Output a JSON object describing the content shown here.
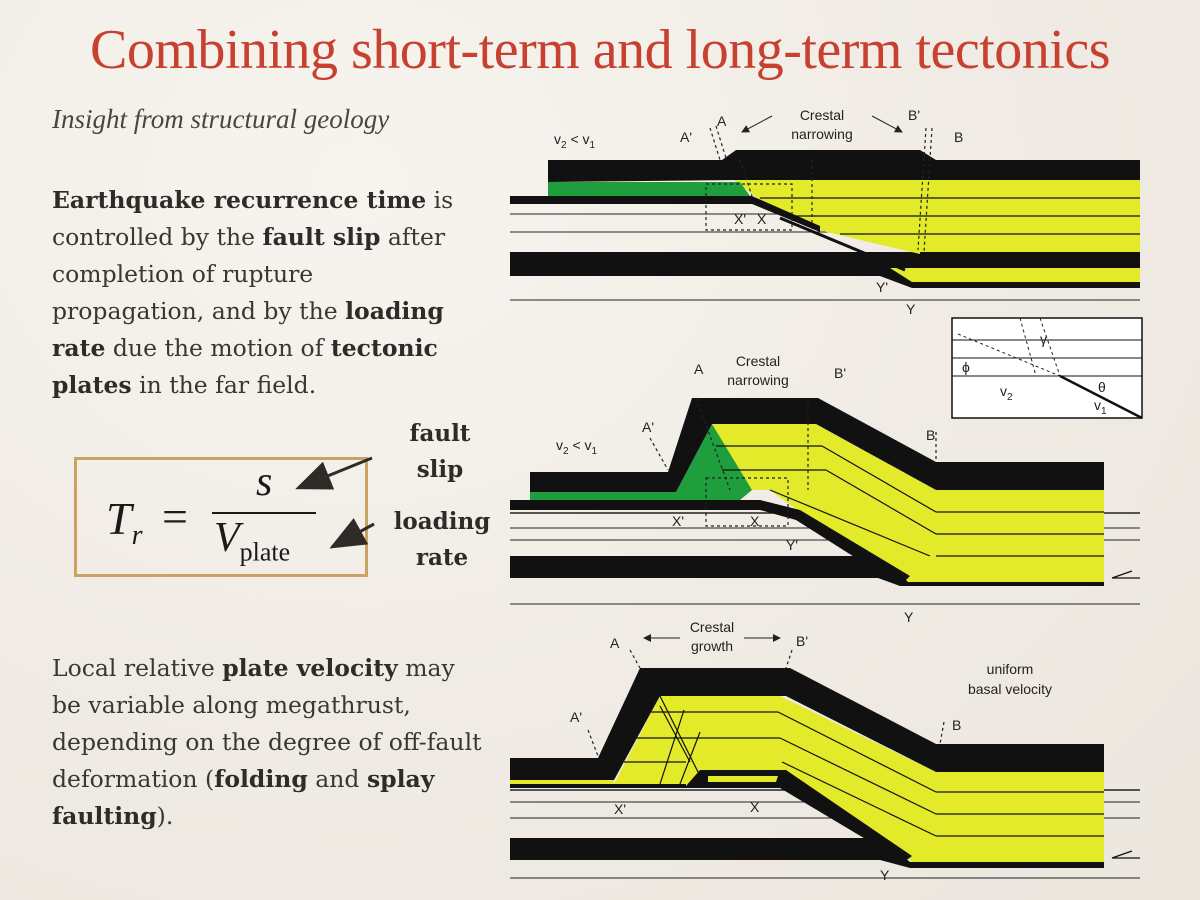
{
  "title": "Combining short-term and long-term tectonics",
  "subtitle": "Insight from structural geology",
  "para1": {
    "t1": "Earthquake recurrence time",
    "t2": " is controlled by the ",
    "t3": "fault slip",
    "t4": " after completion of rupture propagation, and by the ",
    "t5": "loading rate",
    "t6": " due the motion of ",
    "t7": "tectonic plates",
    "t8": " in the far field."
  },
  "equation": {
    "lhs": "T",
    "lhs_sub": "r",
    "eq": "=",
    "num": "s",
    "den": "V",
    "den_sub": "plate"
  },
  "annotations": {
    "fault_slip": [
      "fault",
      "slip"
    ],
    "loading_rate": [
      "loading",
      "rate"
    ]
  },
  "para2": {
    "t1": "Local relative ",
    "t2": "plate velocity",
    "t3": " may be variable along megathrust, depending on the degree of off-fault deformation (",
    "t4": "folding",
    "t5": " and ",
    "t6": "splay faulting",
    "t7": ")."
  },
  "diagram": {
    "colors": {
      "yellow": "#e2ea2a",
      "green": "#1f9e3e",
      "black": "#111111"
    },
    "panel1": {
      "v": "v",
      "v_expr": [
        " < v",
        "2",
        "1"
      ],
      "A": "A",
      "Ap": "A'",
      "B": "B",
      "Bp": "B'",
      "crest": [
        "Crestal",
        "narrowing"
      ],
      "X": "X",
      "Xp": "X'",
      "Y": "Y",
      "Yp": "Y'"
    },
    "inset": {
      "phi": "ϕ",
      "gamma": "γ",
      "theta": "θ",
      "v2": "v",
      "v2_sub": "2",
      "v1": "v",
      "v1_sub": "1"
    },
    "panel2": {
      "v": "v",
      "v_expr": [
        " < v",
        "2",
        "1"
      ],
      "A": "A",
      "Ap": "A'",
      "B": "B",
      "Bp": "B'",
      "crest": [
        "Crestal",
        "narrowing"
      ],
      "X": "X",
      "Xp": "X'",
      "Y": "Y",
      "Yp": "Y'"
    },
    "panel3": {
      "A": "A",
      "Ap": "A'",
      "B": "B",
      "Bp": "B'",
      "crest": [
        "Crestal",
        "growth"
      ],
      "X": "X",
      "Xp": "X'",
      "Y": "Y",
      "uniform": [
        "uniform",
        "basal velocity"
      ]
    }
  }
}
